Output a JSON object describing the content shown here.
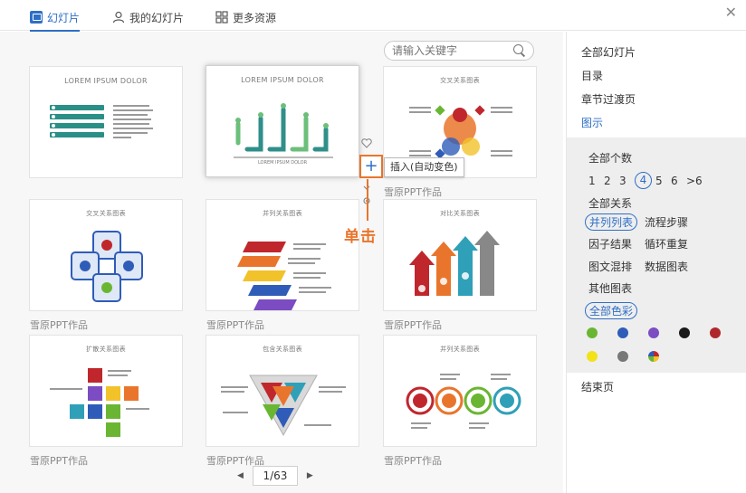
{
  "tabs": [
    {
      "label": "幻灯片",
      "active": true
    },
    {
      "label": "我的幻灯片",
      "active": false
    },
    {
      "label": "更多资源",
      "active": false
    }
  ],
  "search": {
    "placeholder": "请输入关键字"
  },
  "cards": [
    {
      "title": "LOREM IPSUM DOLOR",
      "caption": ""
    },
    {
      "title": "LOREM IPSUM DOLOR",
      "caption": ""
    },
    {
      "title": "交叉关系图表",
      "caption": "雪原PPT作品"
    },
    {
      "title": "交叉关系图表",
      "caption": "雪原PPT作品"
    },
    {
      "title": "并列关系图表",
      "caption": "雪原PPT作品"
    },
    {
      "title": "对比关系图表",
      "caption": "雪原PPT作品"
    },
    {
      "title": "扩散关系图表",
      "caption": "雪原PPT作品"
    },
    {
      "title": "包含关系图表",
      "caption": "雪原PPT作品"
    },
    {
      "title": "并列关系图表",
      "caption": "雪原PPT作品"
    }
  ],
  "selected_card_subtitle": "LOREM IPSUM DOLOR",
  "insert_tooltip": "插入(自动变色)",
  "callout": "单击",
  "pager": {
    "current": "1/63",
    "prev": "◀",
    "next": "▶"
  },
  "side": {
    "all_slides": "全部幻灯片",
    "toc": "目录",
    "chapter": "章节过渡页",
    "diagram": "图示",
    "count_label": "全部个数",
    "counts": [
      "1",
      "2",
      "3",
      "4",
      "5",
      "6",
      ">6"
    ],
    "selected_count": "4",
    "relation_label": "全部关系",
    "relations": [
      "并列列表",
      "流程步骤",
      "因子结果",
      "循环重复",
      "图文混排",
      "数据图表",
      "其他图表"
    ],
    "selected_relation": "并列列表",
    "color_label": "全部色彩",
    "colors": [
      "#6ab633",
      "#2f5cb8",
      "#7b4cc2",
      "#1a1a1a",
      "#b0272b",
      "#f2e21a",
      "#777777",
      "multi"
    ],
    "end_page": "结束页"
  },
  "accent": "#2f6fc6",
  "callout_color": "#e9752c"
}
